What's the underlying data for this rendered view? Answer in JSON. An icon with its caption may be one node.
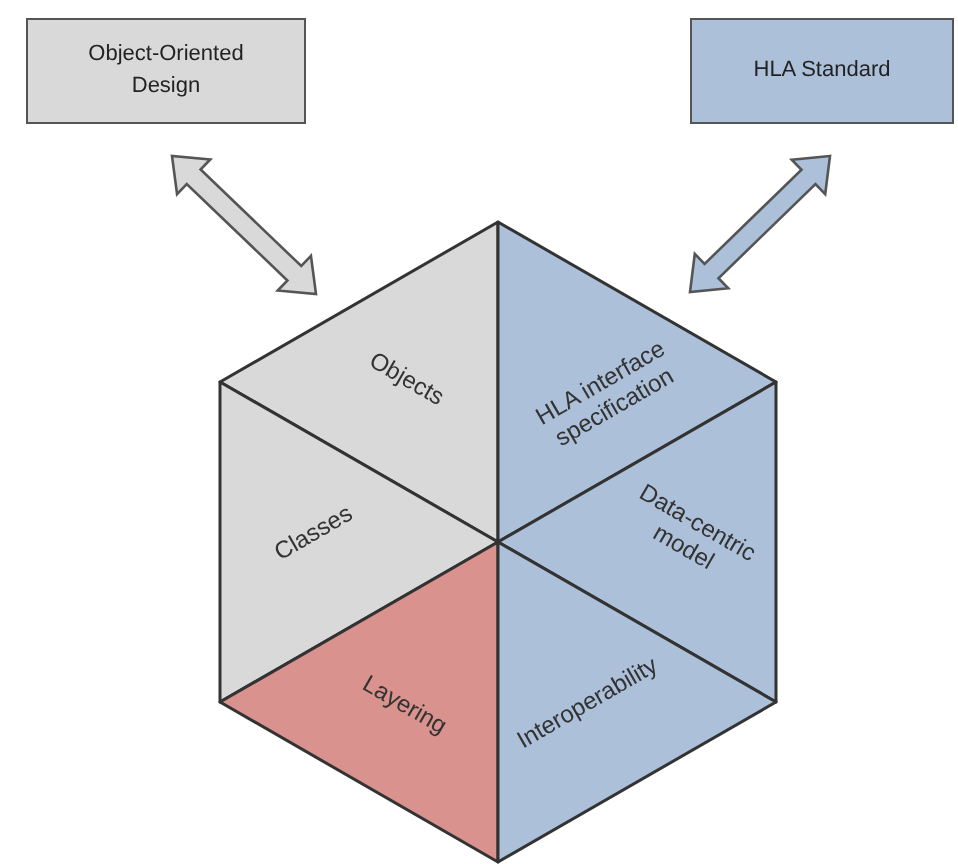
{
  "diagram": {
    "nodes": [
      {
        "text": [
          "Object-Oriented Design"
        ]
      },
      {
        "text": [
          "HLA Standard"
        ]
      },
      {
        "text": [
          "Objects"
        ]
      },
      {
        "text": [
          "HLA interface specification"
        ]
      },
      {
        "text": [
          "Classes"
        ]
      },
      {
        "text": [
          "Data-centric model"
        ]
      },
      {
        "text": [
          "Layering"
        ]
      },
      {
        "text": [
          "Interoperability"
        ]
      }
    ],
    "edges": [
      {
        "from": 0,
        "to": 2,
        "arrow": "both",
        "color": "#d9d9d9"
      },
      {
        "from": 1,
        "to": 3,
        "arrow": "both",
        "color": "#adc0da"
      }
    ]
  }
}
